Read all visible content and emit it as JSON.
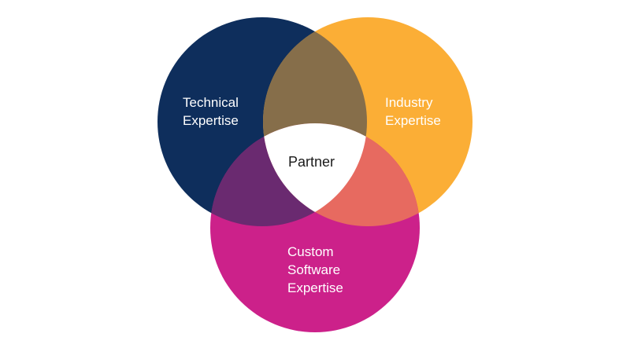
{
  "diagram": {
    "circles": [
      {
        "id": "technical",
        "label_lines": [
          "Technical",
          "Expertise"
        ],
        "color": "#0e2e5c"
      },
      {
        "id": "industry",
        "label_lines": [
          "Industry",
          "Expertise"
        ],
        "color": "#fbae36"
      },
      {
        "id": "software",
        "label_lines": [
          "Custom",
          "Software",
          "Expertise"
        ],
        "color": "#cc218a"
      }
    ],
    "overlaps": {
      "technical_industry": "#866e4a",
      "technical_software": "#6a2a70",
      "industry_software": "#e76a60",
      "center": "#ffffff"
    },
    "center_label": "Partner"
  }
}
